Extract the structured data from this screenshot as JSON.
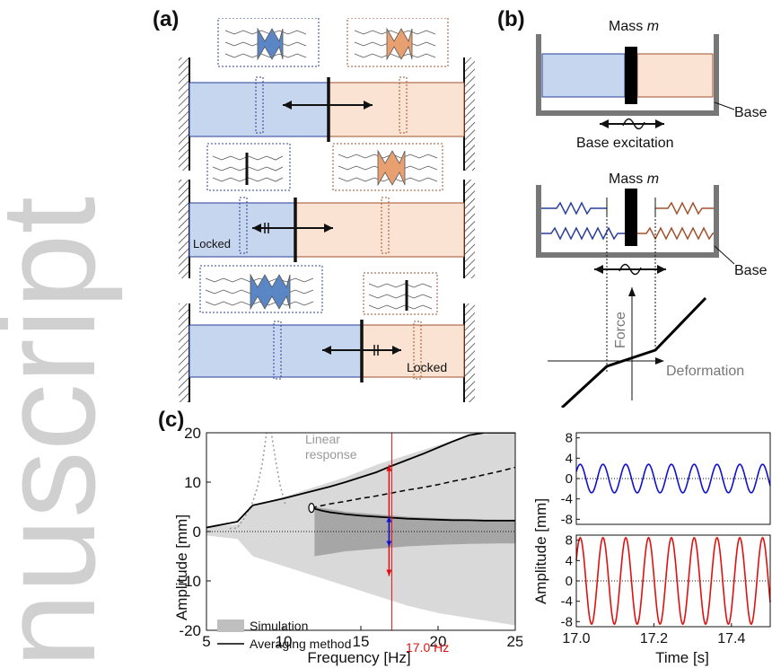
{
  "watermark": "nuscript",
  "panels": {
    "a": {
      "label": "(a)",
      "locked_1": "Locked",
      "locked_2": "Locked"
    },
    "b": {
      "label": "(b)",
      "mass_label_1": "Mass",
      "mass_sym_1": "m",
      "base_label_1": "Base",
      "excitation_label": "Base excitation",
      "mass_label_2": "Mass",
      "mass_sym_2": "m",
      "base_label_2": "Base",
      "force_label": "Force",
      "deformation_label": "Deformation"
    },
    "c": {
      "label": "(c)"
    }
  },
  "colors": {
    "blue_fill": "#c6d6ee",
    "orange_fill": "#fae3d2",
    "blue_line": "#2a3f9a",
    "orange_line": "#a0522d",
    "sim_light": "#d9d9d9",
    "sim_dark": "#a6a6a6",
    "red": "#e01010",
    "blue_trace": "#1010d0"
  },
  "chart_data": [
    {
      "type": "area",
      "xlabel": "Frequency [Hz]",
      "ylabel": "Amplitude [mm]",
      "xlim": [
        5,
        25
      ],
      "ylim": [
        -20,
        20
      ],
      "xticks": [
        "5",
        "10",
        "15",
        "20",
        "25"
      ],
      "yticks": [
        "20",
        "10",
        "0",
        "-10",
        "-20"
      ],
      "annotation_linear": [
        "Linear",
        "response"
      ],
      "marker_label": "17.0 Hz",
      "marker_x": 17.0,
      "legend": {
        "placement": "bottom-left",
        "items": [
          "Simulation",
          "Averaging method"
        ]
      },
      "linear_response": {
        "x": [
          6.5,
          7.0,
          7.5,
          8.0,
          8.3,
          8.6,
          8.9,
          9.2,
          9.5,
          9.8,
          10.1
        ],
        "y": [
          0.6,
          0.7,
          3.0,
          6.0,
          9.0,
          13.5,
          20.0,
          20.0,
          14.0,
          9.0,
          5.5
        ]
      },
      "sim_light_band": {
        "x": [
          5,
          7,
          8,
          10,
          12,
          14,
          16,
          18,
          20,
          22,
          24,
          25
        ],
        "upper": [
          0.8,
          1.5,
          5.0,
          7.0,
          9.0,
          11.0,
          13.5,
          15.5,
          17.5,
          19.5,
          20.0,
          20.0
        ],
        "lower": [
          -0.8,
          -1.5,
          -5.0,
          -7.0,
          -9.0,
          -11.0,
          -13.0,
          -15.0,
          -16.5,
          -17.5,
          -18.5,
          -19.0
        ]
      },
      "sim_dark_band": {
        "x": [
          12,
          14,
          16,
          18,
          20,
          22,
          24,
          25
        ],
        "upper": [
          5.0,
          4.0,
          3.5,
          3.0,
          2.7,
          2.5,
          2.4,
          2.4
        ],
        "lower": [
          -5.0,
          -4.0,
          -3.5,
          -3.0,
          -2.7,
          -2.5,
          -2.4,
          -2.4
        ]
      },
      "averaging_upper_stable": {
        "x": [
          5,
          7,
          8,
          9,
          10,
          11,
          12,
          13,
          14,
          15,
          16,
          17,
          18,
          19,
          20,
          21,
          22,
          23,
          24,
          25
        ],
        "y": [
          0.8,
          2.0,
          5.3,
          6.0,
          6.7,
          7.5,
          8.3,
          9.1,
          10.0,
          11.0,
          12.0,
          13.3,
          14.5,
          15.7,
          17.0,
          18.3,
          19.5,
          20.0,
          20.0,
          20.0
        ]
      },
      "averaging_unstable": {
        "x": [
          11.8,
          13,
          14,
          15,
          16,
          17,
          18,
          19,
          20,
          21,
          22,
          23,
          24,
          25
        ],
        "y": [
          4.8,
          5.6,
          6.1,
          6.7,
          7.2,
          7.8,
          8.4,
          8.9,
          9.5,
          10.2,
          10.8,
          11.5,
          12.2,
          13.0
        ]
      },
      "averaging_lower_stable": {
        "x": [
          11.8,
          12.5,
          13,
          14,
          15,
          16,
          17,
          18,
          19,
          20,
          21,
          22,
          23,
          24,
          25
        ],
        "y": [
          4.8,
          4.2,
          3.9,
          3.5,
          3.2,
          3.0,
          2.8,
          2.6,
          2.5,
          2.4,
          2.3,
          2.3,
          2.2,
          2.2,
          2.2
        ]
      },
      "red_arrow": [
        -9.0,
        13.5
      ],
      "blue_arrow": [
        -3.0,
        3.0
      ]
    },
    {
      "type": "line",
      "ylabel": "Amplitude [mm]",
      "xlim": [
        17.0,
        17.5
      ],
      "ylim": [
        -9,
        9
      ],
      "yticks": [
        "8",
        "4",
        "0",
        "-4",
        "-8"
      ],
      "series": [
        {
          "color": "#1010d0",
          "amplitude": 2.8,
          "period": 0.0588
        }
      ]
    },
    {
      "type": "line",
      "xlabel": "Time [s]",
      "xlim": [
        17.0,
        17.5
      ],
      "ylim": [
        -9,
        9
      ],
      "xticks": [
        "17.0",
        "17.2",
        "17.4"
      ],
      "yticks": [
        "8",
        "4",
        "0",
        "-4",
        "-8"
      ],
      "series": [
        {
          "color": "#e01010",
          "amplitude": 8.5,
          "period": 0.0588
        }
      ]
    }
  ]
}
